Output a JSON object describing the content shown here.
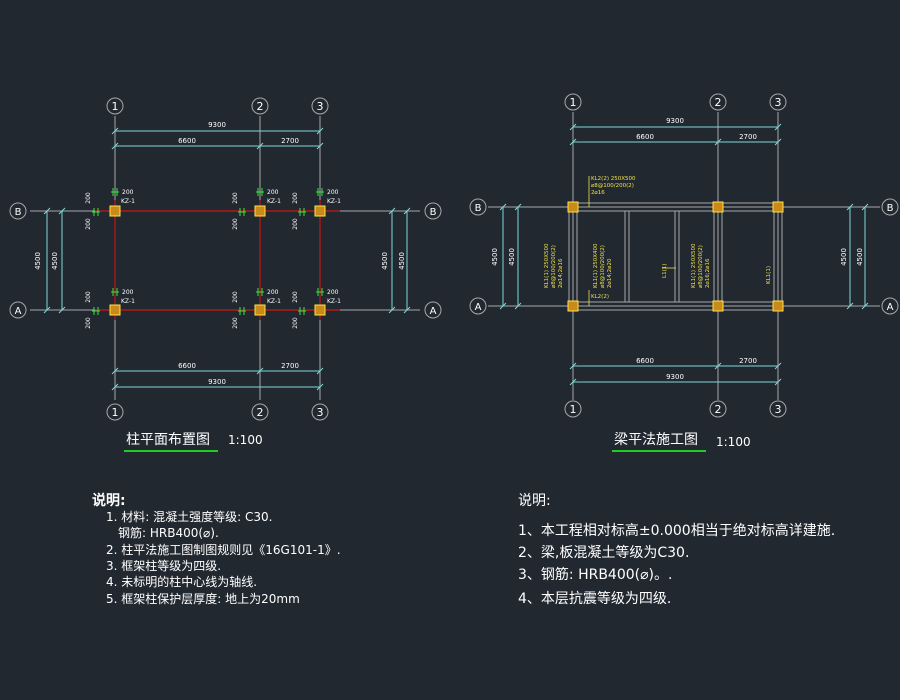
{
  "colors": {
    "background": "#212830",
    "dim": "#7fd8d8",
    "axis_line": "#a8a8a8",
    "beam_red": "#b01818",
    "column_fill": "#c88a18",
    "column_edge": "#ffe24a",
    "label_yellow": "#f0e04a",
    "label_green": "#40e040",
    "text_white": "#ffffff",
    "title_underline": "#22cc22"
  },
  "column_plan": {
    "title": "柱平面布置图",
    "scale": "1:100",
    "axes_x": [
      "1",
      "2",
      "3"
    ],
    "axes_y": [
      "B",
      "A"
    ],
    "dims_top": {
      "total": "9300",
      "segments": [
        "6600",
        "2700"
      ]
    },
    "dims_bottom": {
      "total": "9300",
      "segments": [
        "6600",
        "2700"
      ]
    },
    "dims_side": {
      "outer": "4500",
      "inner": "4500"
    },
    "column_tag": "KZ-1",
    "offset": "200"
  },
  "beam_plan": {
    "title": "梁平法施工图",
    "scale": "1:100",
    "axes_x": [
      "1",
      "2",
      "3"
    ],
    "axes_y": [
      "B",
      "A"
    ],
    "dims_top": {
      "total": "9300",
      "segments": [
        "6600",
        "2700"
      ]
    },
    "dims_bottom": {
      "total": "9300",
      "segments": [
        "6600",
        "2700"
      ]
    },
    "dims_side": {
      "outer": "4500",
      "inner": "4500"
    },
    "tags": {
      "kl2_line1": "KL2(2) 250X500",
      "kl2_line2": "⌀8@100/200(2)",
      "kl2_line3": "2⌀16",
      "kl2_bottom": "KL2(2)",
      "kl1_left_a": "KL1(1) 250X500",
      "kl1_left_b": "⌀8@100/200(2)",
      "kl1_left_c": "2⌀14;2⌀16",
      "kl1_mid_a": "KL1(1) 250X400",
      "kl1_mid_b": "⌀8@100/200(2)",
      "kl1_mid_c": "2⌀14;2⌀20",
      "l1": "L1(1)",
      "kl1_right_a": "KL1(1) 250X500",
      "kl1_right_b": "⌀8@100/200(2)",
      "kl1_right_c": "2⌀16;2⌀16",
      "kl1_far": "KL1(1)"
    }
  },
  "notes_left": {
    "heading": "说明:",
    "lines": [
      "1. 材料: 混凝土强度等级: C30.",
      "钢筋: HRB400(⌀).",
      "2. 柱平法施工图制图规则见《16G101-1》.",
      "3. 框架柱等级为四级.",
      "4. 未标明的柱中心线为轴线.",
      "5. 框架柱保护层厚度: 地上为20mm"
    ]
  },
  "notes_right": {
    "heading": "说明:",
    "lines": [
      "1、本工程相对标高±0.000相当于绝对标高详建施.",
      "2、梁,板混凝土等级为C30.",
      "3、钢筋: HRB400(⌀)。.",
      "4、本层抗震等级为四级."
    ]
  }
}
